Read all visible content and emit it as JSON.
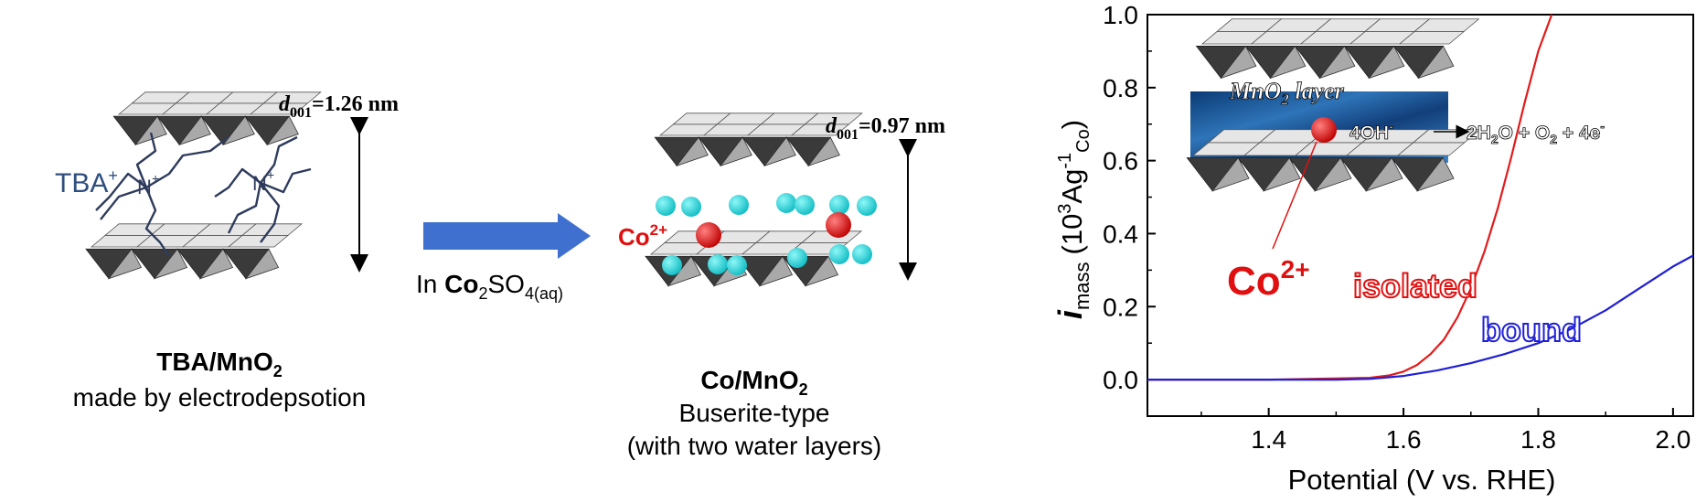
{
  "left_panel": {
    "tba_label": "TBA",
    "tba_charge": "+",
    "ammonium_symbol": "N",
    "ammonium_charge": "+",
    "d001_label_main": "d",
    "d001_label_sub": "001",
    "d001_tba_value": "=1.26 nm",
    "tba_caption_main": "TBA/MnO",
    "tba_caption_sub": "2",
    "tba_caption_line2": "made by electrodepsotion"
  },
  "middle_panel": {
    "arrow_text_prefix": "In ",
    "arrow_text_co": "Co",
    "arrow_text_sub1": "2",
    "arrow_text_so": "SO",
    "arrow_text_sub2": "4(aq)",
    "co_label": "Co",
    "co_charge": "2+",
    "d001_co_value": "=0.97 nm",
    "co_caption_main": "Co/MnO",
    "co_caption_sub": "2",
    "co_caption_line2": "Buserite-type",
    "co_caption_line3": "(with two water layers)"
  },
  "chart_data": {
    "type": "line",
    "xlabel": "Potential (V vs. RHE)",
    "ylabel_main": "i",
    "ylabel_sub": "mass",
    "ylabel_units_a": "(10",
    "ylabel_units_sup1": "3",
    "ylabel_units_b": "Ag",
    "ylabel_units_sup2": "-1",
    "ylabel_units_sub": "Co",
    "ylabel_units_c": ")",
    "xlim": [
      1.22,
      2.03
    ],
    "ylim": [
      -0.1,
      1.0
    ],
    "xticks": [
      1.4,
      1.6,
      1.8,
      2.0
    ],
    "xtick_labels": [
      "1.4",
      "1.6",
      "1.8",
      "2.0"
    ],
    "yticks": [
      0.0,
      0.2,
      0.4,
      0.6,
      0.8,
      1.0
    ],
    "ytick_labels": [
      "0.0",
      "0.2",
      "0.4",
      "0.6",
      "0.8",
      "1.0"
    ],
    "series": [
      {
        "name": "isolated",
        "color": "#e31a1c",
        "x": [
          1.22,
          1.4,
          1.55,
          1.58,
          1.6,
          1.62,
          1.64,
          1.66,
          1.68,
          1.7,
          1.72,
          1.74,
          1.76,
          1.78,
          1.8,
          1.82
        ],
        "y": [
          0.0,
          0.0,
          0.005,
          0.012,
          0.022,
          0.04,
          0.07,
          0.11,
          0.17,
          0.25,
          0.35,
          0.47,
          0.61,
          0.76,
          0.9,
          1.0
        ]
      },
      {
        "name": "bound",
        "color": "#1f1fd6",
        "x": [
          1.22,
          1.5,
          1.55,
          1.6,
          1.65,
          1.7,
          1.75,
          1.8,
          1.85,
          1.9,
          1.95,
          2.0,
          2.03
        ],
        "y": [
          0.0,
          0.0,
          0.002,
          0.01,
          0.025,
          0.045,
          0.07,
          0.1,
          0.14,
          0.19,
          0.25,
          0.31,
          0.34
        ]
      }
    ],
    "annotations": {
      "co_label": "Co",
      "co_charge": "2+",
      "isolated_label": "isolated",
      "bound_label": "bound",
      "inset_title": "MnO",
      "inset_title_sub": "2",
      "inset_title_rest": " layer",
      "reaction_left": "4OH",
      "reaction_left_charge": "-",
      "reaction_right": "2H",
      "reaction_right_sub": "2",
      "reaction_right_rest": "O + O",
      "reaction_right_sub2": "2",
      "reaction_right_end": " + 4e",
      "reaction_right_charge": "-"
    }
  },
  "colors": {
    "octahedron_light": "#e6e6e6",
    "octahedron_mid": "#a9a9a9",
    "octahedron_dark": "#3a3a3a",
    "water": "#18d6d6",
    "cobalt": "#e01010",
    "tba": "#2e3b5c",
    "arrow": "#3f6fcf",
    "tba_text": "#2f4f7f"
  }
}
